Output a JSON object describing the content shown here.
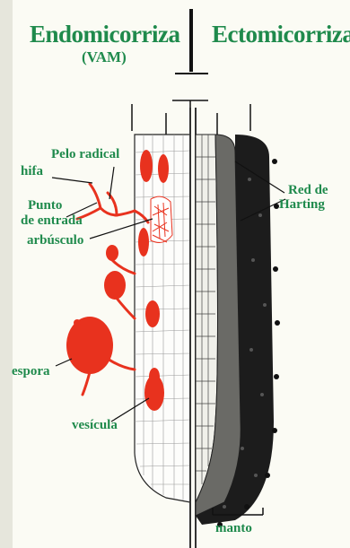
{
  "titles": {
    "left": "Endomicorriza",
    "left_sub": "(VAM)",
    "right": "Ectomicorriza"
  },
  "labels": {
    "pelo_radical": "Pelo radical",
    "hifa": "hifa",
    "punto": "Punto",
    "de_entrada": "de entrada",
    "arbusculo": "arbúsculo",
    "espora": "espora",
    "vesicula": "vesícula",
    "red_de": "Red de",
    "harting": "Harting",
    "manto": "manto"
  },
  "colors": {
    "title_green": "#1f8a4c",
    "fungus_red": "#e8321e",
    "ink": "#1a1a1a",
    "background": "#fbfbf4"
  }
}
